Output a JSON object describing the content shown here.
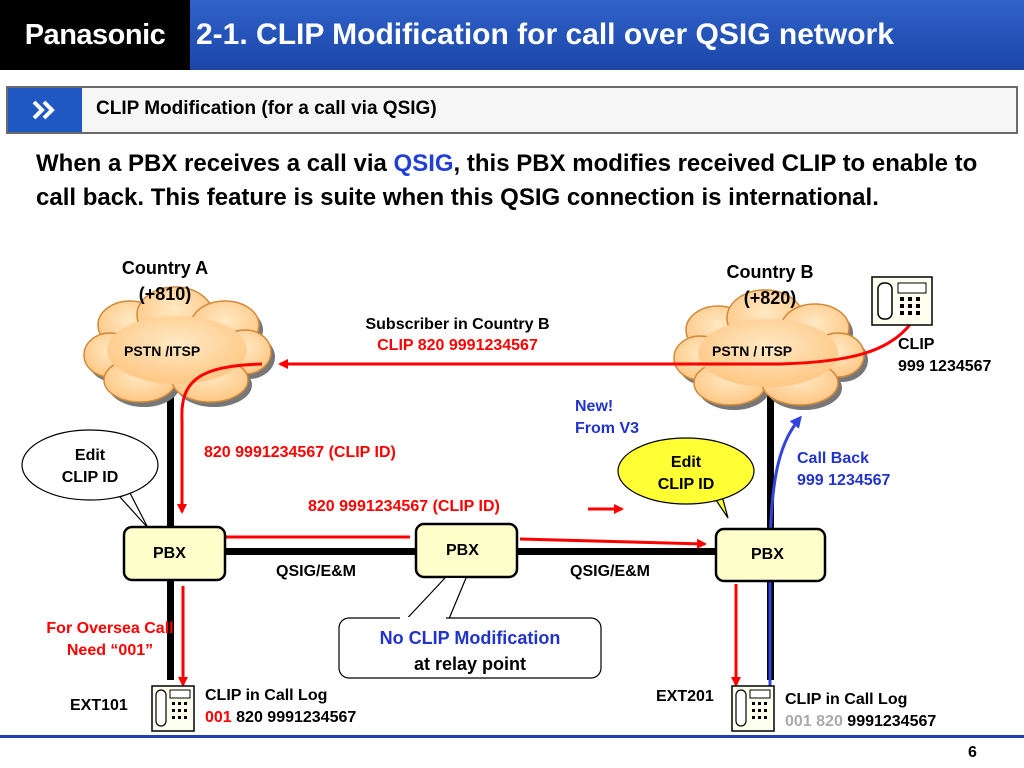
{
  "header": {
    "logo": "Panasonic",
    "title": "2-1. CLIP Modification for call over QSIG network"
  },
  "subheader": {
    "label": "CLIP Modification (for a call via QSIG)"
  },
  "intro": {
    "part1": "When a PBX receives a call via ",
    "highlight": "QSIG",
    "part2": ", this PBX modifies received CLIP to enable to call back. This feature is suite when this QSIG connection is international."
  },
  "diagram": {
    "country_a": {
      "name": "Country A",
      "code": "(+810)",
      "network": "PSTN /ITSP"
    },
    "country_b": {
      "name": "Country B",
      "code": "(+820)",
      "network": "PSTN / ITSP"
    },
    "subscriber": {
      "line1": "Subscriber in Country B",
      "line2": "CLIP 820 9991234567"
    },
    "clip_phone": {
      "line1": "CLIP",
      "line2": "999 1234567"
    },
    "new_from": {
      "line1": "New!",
      "line2": "From V3"
    },
    "edit_left": {
      "line1": "Edit",
      "line2": "CLIP ID"
    },
    "edit_right": {
      "line1": "Edit",
      "line2": "CLIP ID"
    },
    "clip_id_left": "820 9991234567 (CLIP ID)",
    "clip_id_mid": "820 9991234567 (CLIP ID)",
    "call_back": {
      "line1": "Call Back",
      "line2": "999 1234567"
    },
    "pbx_left": "PBX",
    "pbx_mid": "PBX",
    "pbx_right": "PBX",
    "qsig_left": "QSIG/E&M",
    "qsig_right": "QSIG/E&M",
    "oversea": {
      "line1": "For Oversea Call",
      "line2": "Need  “001”"
    },
    "no_clip": {
      "line1": "No CLIP Modification",
      "line2": "at relay point"
    },
    "ext_left": {
      "name": "EXT101",
      "log_title": "CLIP in Call Log",
      "prefix": "001",
      "number": " 820 9991234567"
    },
    "ext_right": {
      "name": "EXT201",
      "log_title": "CLIP in Call Log",
      "prefix": "001 820",
      "number": " 9991234567"
    }
  },
  "page_number": "6",
  "colors": {
    "header_blue": "#1f4fb8",
    "accent_red": "#ff0000",
    "accent_blue": "#2233cc",
    "callout_yellow": "#ffff33",
    "pbx_fill": "#ffffcc"
  }
}
